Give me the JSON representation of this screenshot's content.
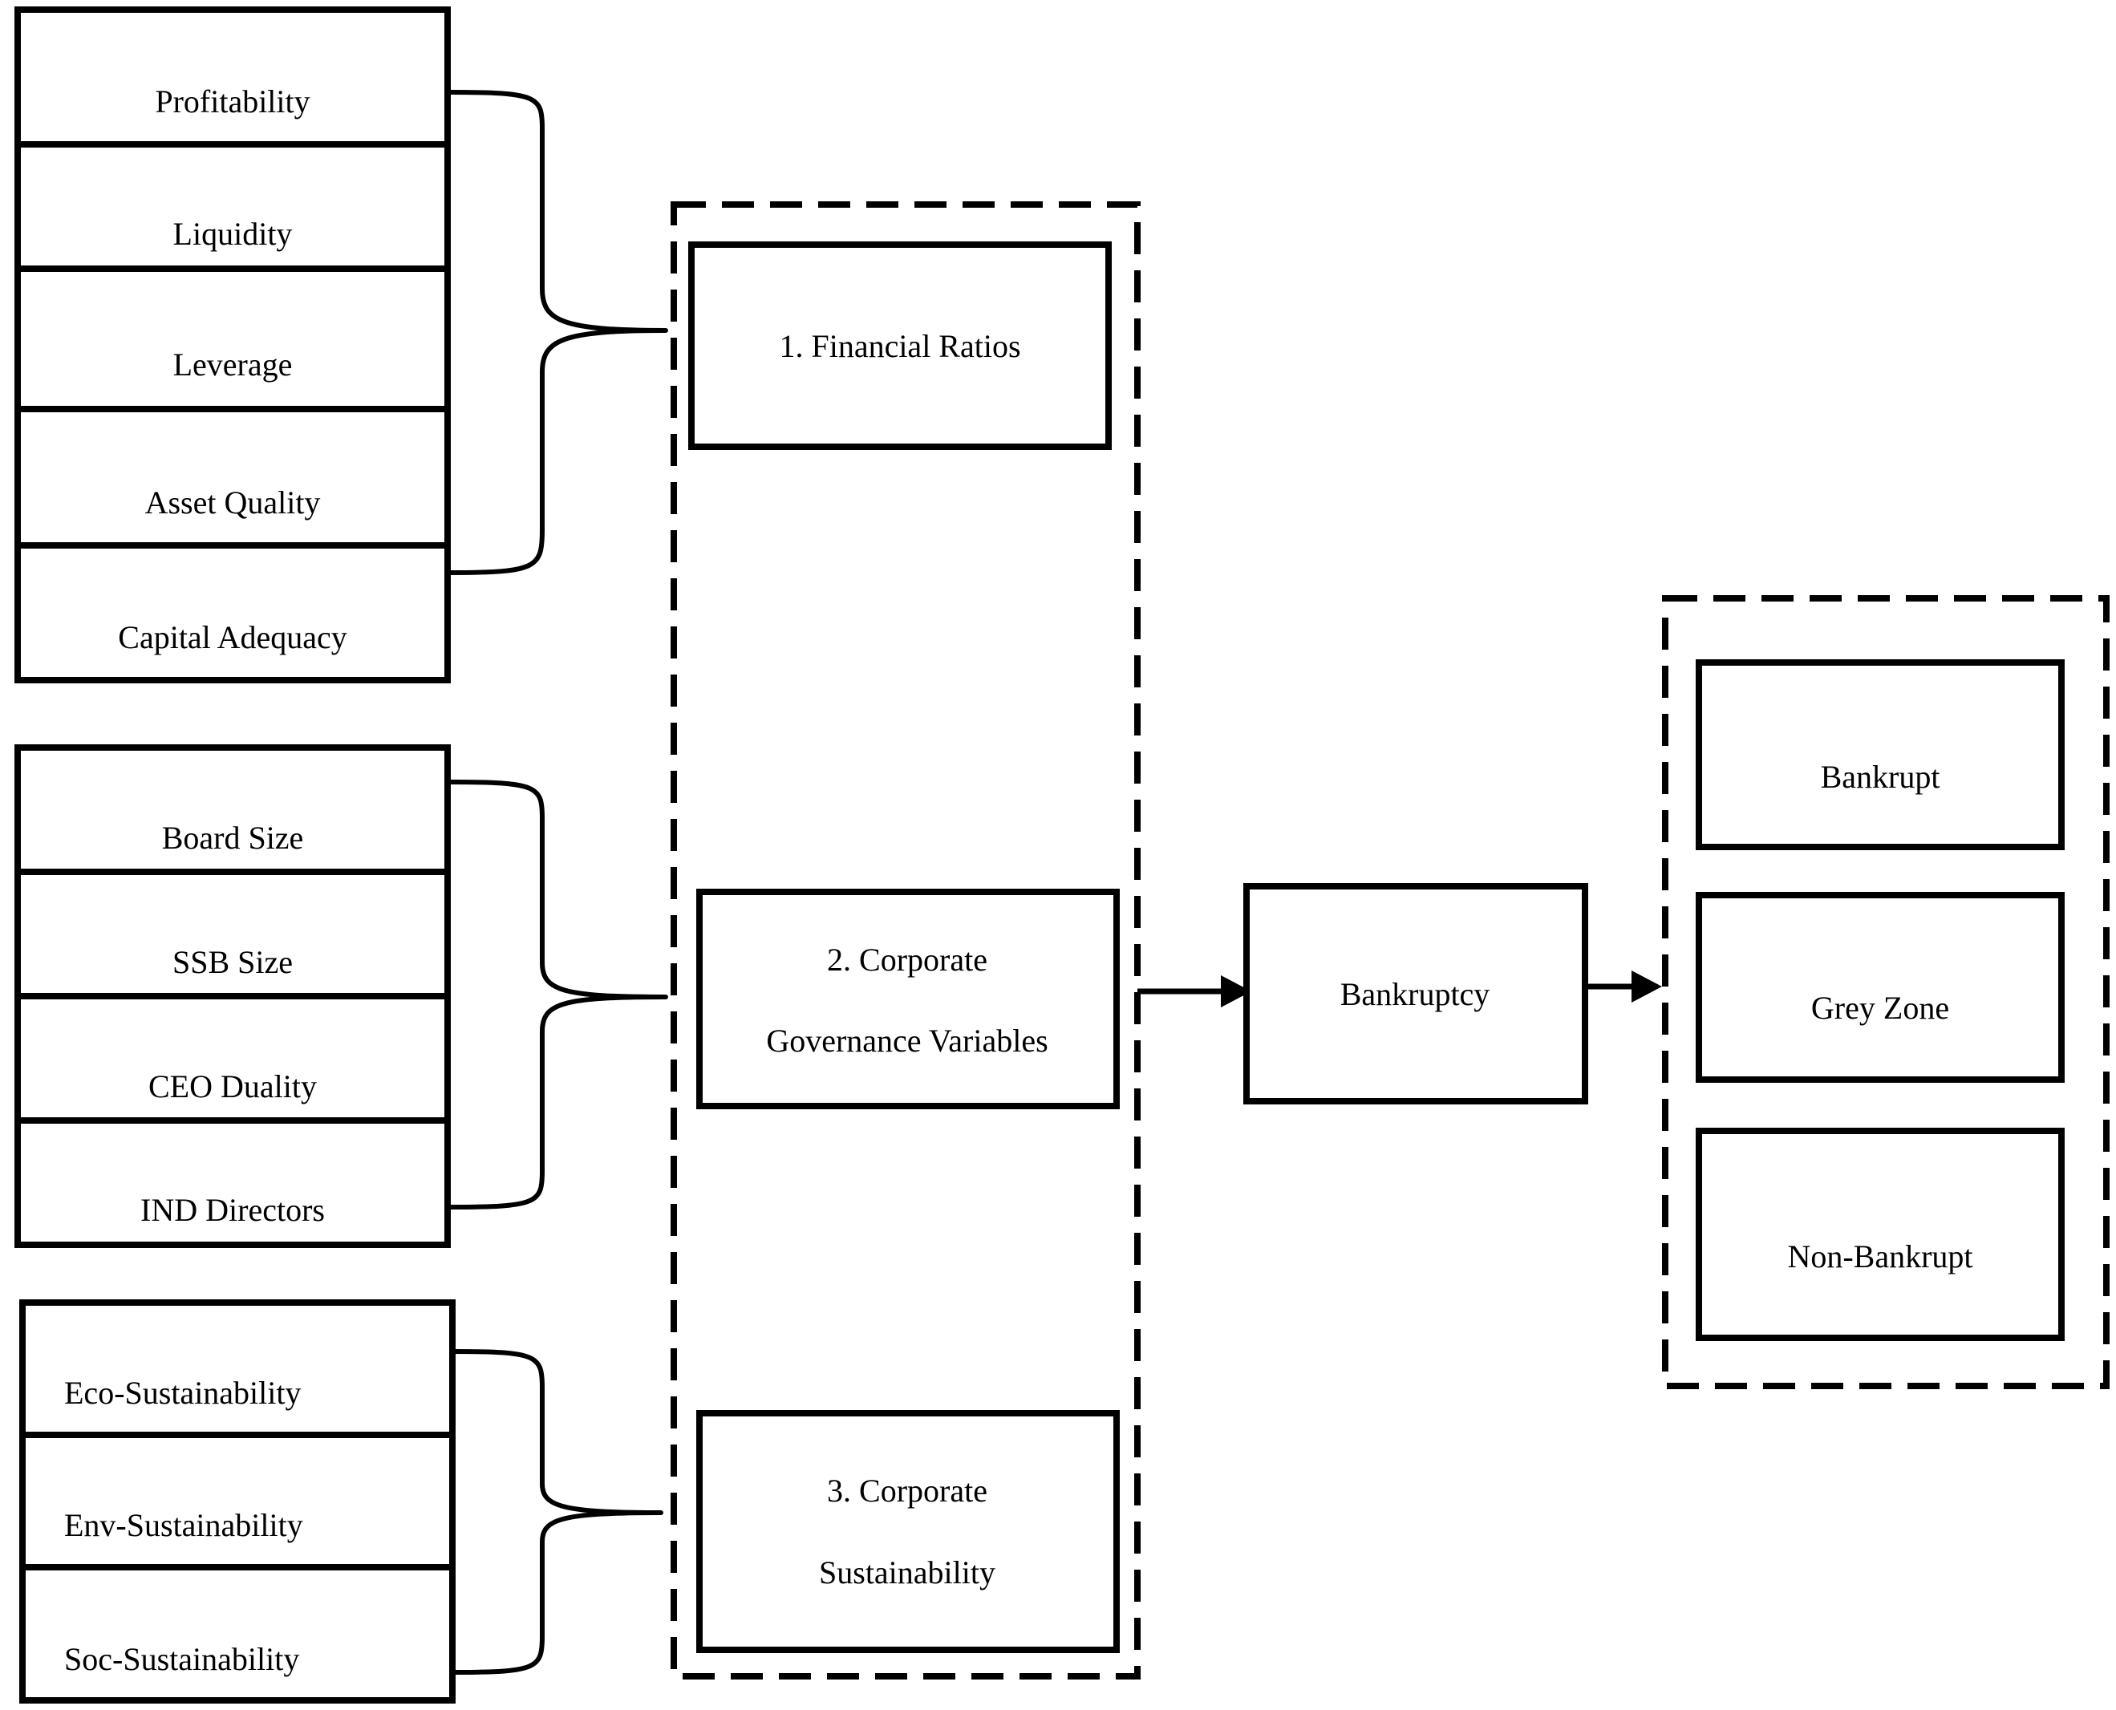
{
  "groups": {
    "financial": {
      "items": [
        "Profitability",
        "Liquidity",
        "Leverage",
        "Asset Quality",
        "Capital Adequacy"
      ]
    },
    "governance": {
      "items": [
        "Board Size",
        "SSB Size",
        "CEO Duality",
        "IND Directors"
      ]
    },
    "sustainability": {
      "items": [
        "Eco-Sustainability",
        "Env-Sustainability",
        "Soc-Sustainability"
      ]
    }
  },
  "categories": {
    "financial_ratios": "1. Financial Ratios",
    "governance_line1": "2. Corporate",
    "governance_line2": "Governance Variables",
    "sustainability_line1": "3. Corporate",
    "sustainability_line2": "Sustainability"
  },
  "center": {
    "label": "Bankruptcy"
  },
  "outcomes": {
    "items": [
      "Bankrupt",
      "Grey Zone",
      "Non-Bankrupt"
    ]
  }
}
